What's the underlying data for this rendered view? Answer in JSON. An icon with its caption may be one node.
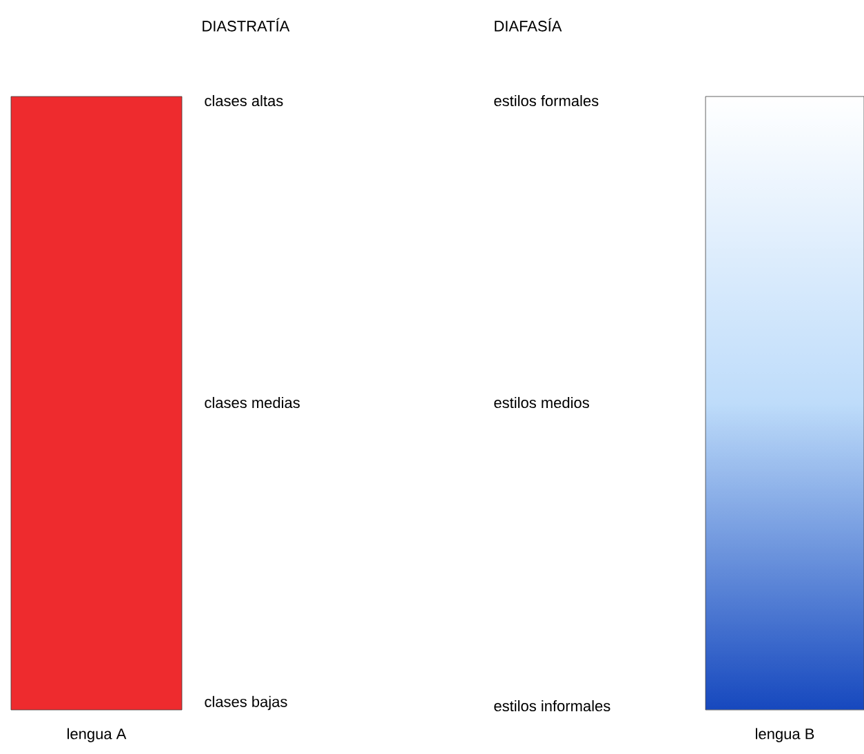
{
  "diagram": {
    "nodes": [
      {
        "text": [
          "lengua A"
        ]
      },
      {
        "text": [
          "lengua B"
        ]
      }
    ],
    "labels": [
      "DIASTRATÍA",
      "DIAFASÍA",
      "clases altas",
      "estilos formales",
      "clases medias",
      "estilos medios",
      "clases bajas",
      "estilos informales"
    ]
  }
}
